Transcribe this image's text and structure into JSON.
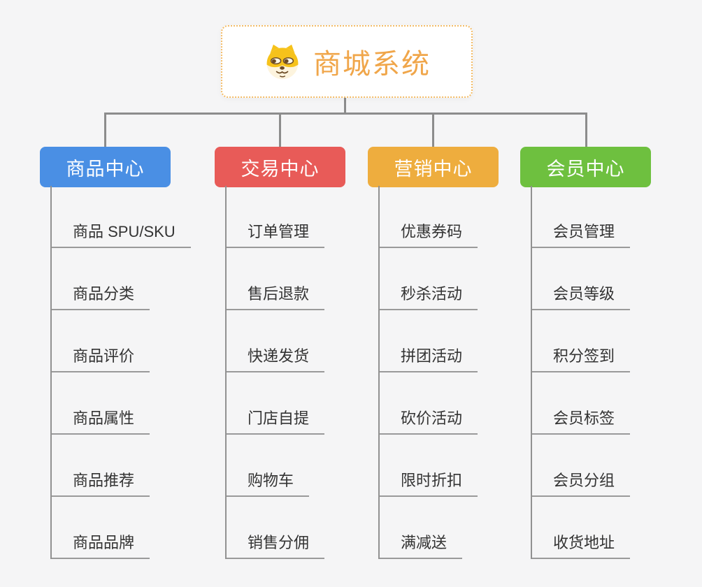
{
  "page": {
    "background_color": "#f5f5f6",
    "connector_color": "#8c8c8c",
    "underline_color": "#9a9a9a",
    "item_text_color": "#333333"
  },
  "root": {
    "title": "商城系统",
    "title_color": "#f0a64a",
    "border_color": "#f4bc66",
    "icon": "dog-face-icon"
  },
  "branches": [
    {
      "label": "商品中心",
      "color": "#4a8fe4",
      "items": [
        "商品 SPU/SKU",
        "商品分类",
        "商品评价",
        "商品属性",
        "商品推荐",
        "商品品牌"
      ]
    },
    {
      "label": "交易中心",
      "color": "#e85b58",
      "items": [
        "订单管理",
        "售后退款",
        "快递发货",
        "门店自提",
        "购物车",
        "销售分佣"
      ]
    },
    {
      "label": "营销中心",
      "color": "#eead3e",
      "items": [
        "优惠券码",
        "秒杀活动",
        "拼团活动",
        "砍价活动",
        "限时折扣",
        "满减送"
      ]
    },
    {
      "label": "会员中心",
      "color": "#6ec03f",
      "items": [
        "会员管理",
        "会员等级",
        "积分签到",
        "会员标签",
        "会员分组",
        "收货地址"
      ]
    }
  ]
}
